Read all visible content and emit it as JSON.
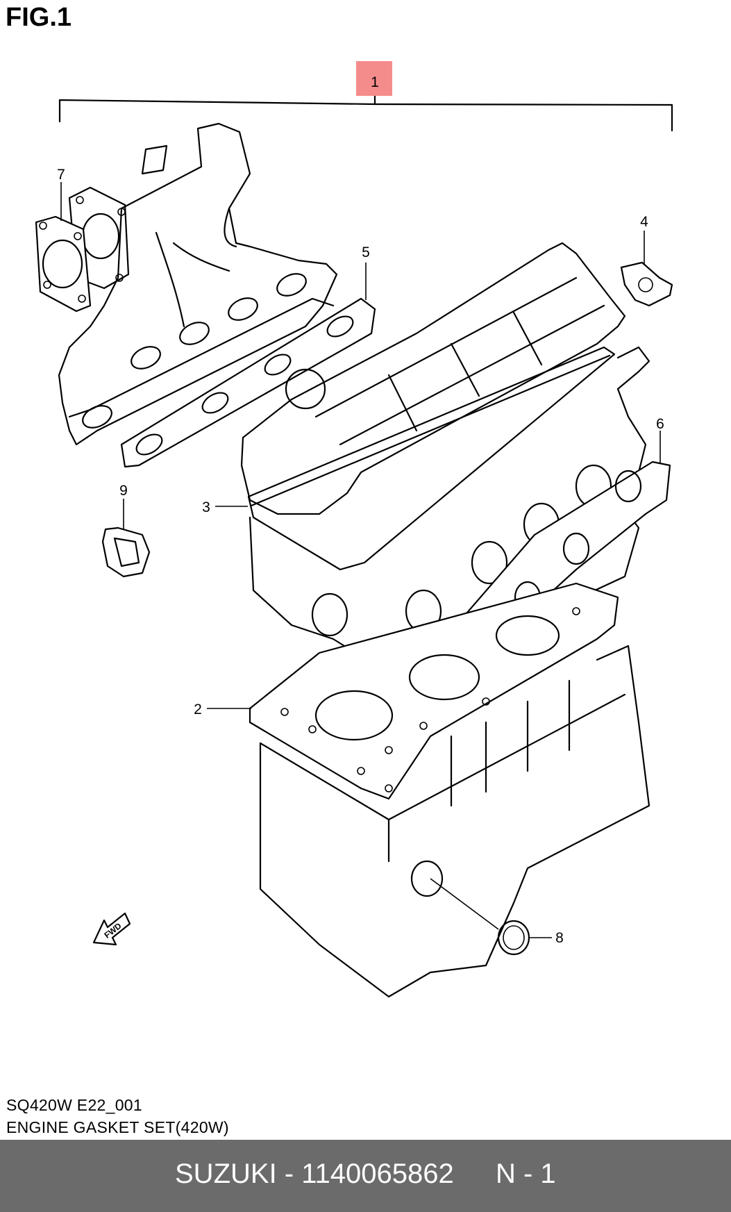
{
  "figure_title": "FIG.1",
  "callouts": {
    "c1": "1",
    "c2": "2",
    "c3": "3",
    "c4": "4",
    "c5": "5",
    "c6": "6",
    "c7": "7",
    "c8": "8",
    "c9": "9"
  },
  "fwd_label": "FWD",
  "highlight_color": "#f58c8c",
  "info": {
    "code": "SQ420W E22_001",
    "description": "ENGINE GASKET SET(420W)"
  },
  "footer": {
    "part_number": "SUZUKI - 1140065862",
    "reference": "N - 1"
  }
}
